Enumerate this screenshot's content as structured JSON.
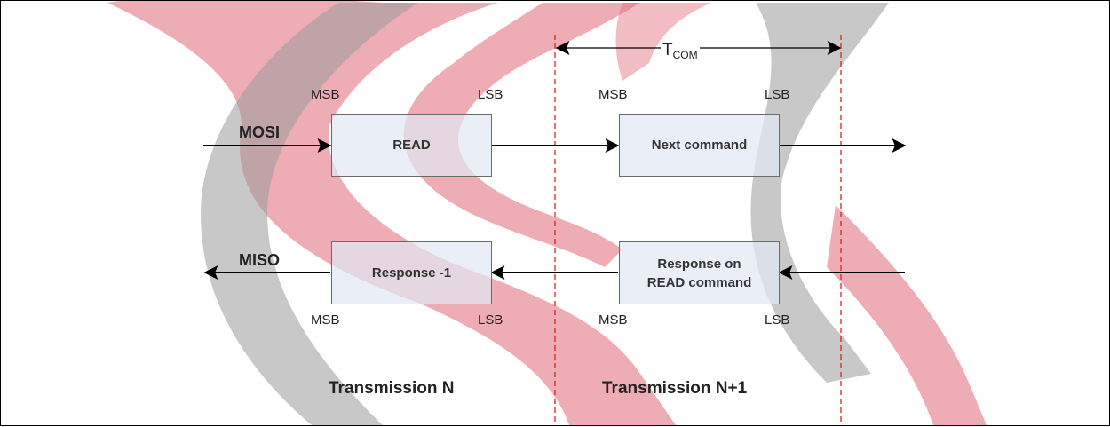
{
  "watermark": {
    "logo": "S",
    "colors": {
      "red": "#e06a78",
      "gray": "#9a9a9a"
    }
  },
  "timing": {
    "label": "T",
    "subscript": "COM"
  },
  "bit_order": {
    "msb": "MSB",
    "lsb": "LSB"
  },
  "signals": {
    "mosi": "MOSI",
    "miso": "MISO"
  },
  "boxes": {
    "read": "READ",
    "next_command": "Next command",
    "response_prev": "Response -1",
    "response_read_line1": "Response on",
    "response_read_line2": "READ command"
  },
  "transmissions": {
    "n": "Transmission N",
    "n_plus_1": "Transmission N+1"
  },
  "colors": {
    "box_fill": "#e2e8f4",
    "box_border": "#6a6a6a",
    "divider": "#e02020",
    "wire": "#000000"
  }
}
